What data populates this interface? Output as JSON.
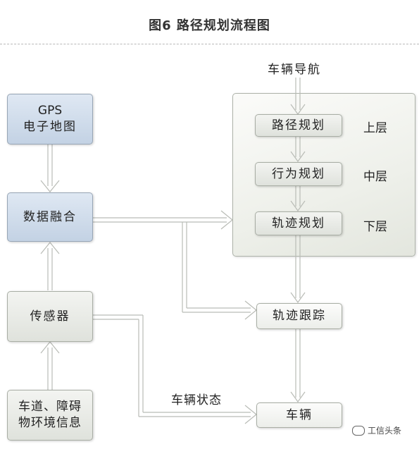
{
  "title": "图6  路径规划流程图",
  "nodes": {
    "gps_line1": "GPS",
    "gps_line2": "电子地图",
    "data_fusion": "数据融合",
    "sensor": "传感器",
    "env_line1": "车道、障碍",
    "env_line2": "物环境信息",
    "vehicle_nav": "车辆导航",
    "route_planning": "路径规划",
    "behavior_planning": "行为规划",
    "trajectory_planning": "轨迹规划",
    "trajectory_tracking": "轨迹跟踪",
    "vehicle": "车辆"
  },
  "layers": {
    "upper": "上层",
    "middle": "中层",
    "lower": "下层"
  },
  "edge_labels": {
    "vehicle_state": "车辆状态"
  },
  "watermark": "工信头条"
}
